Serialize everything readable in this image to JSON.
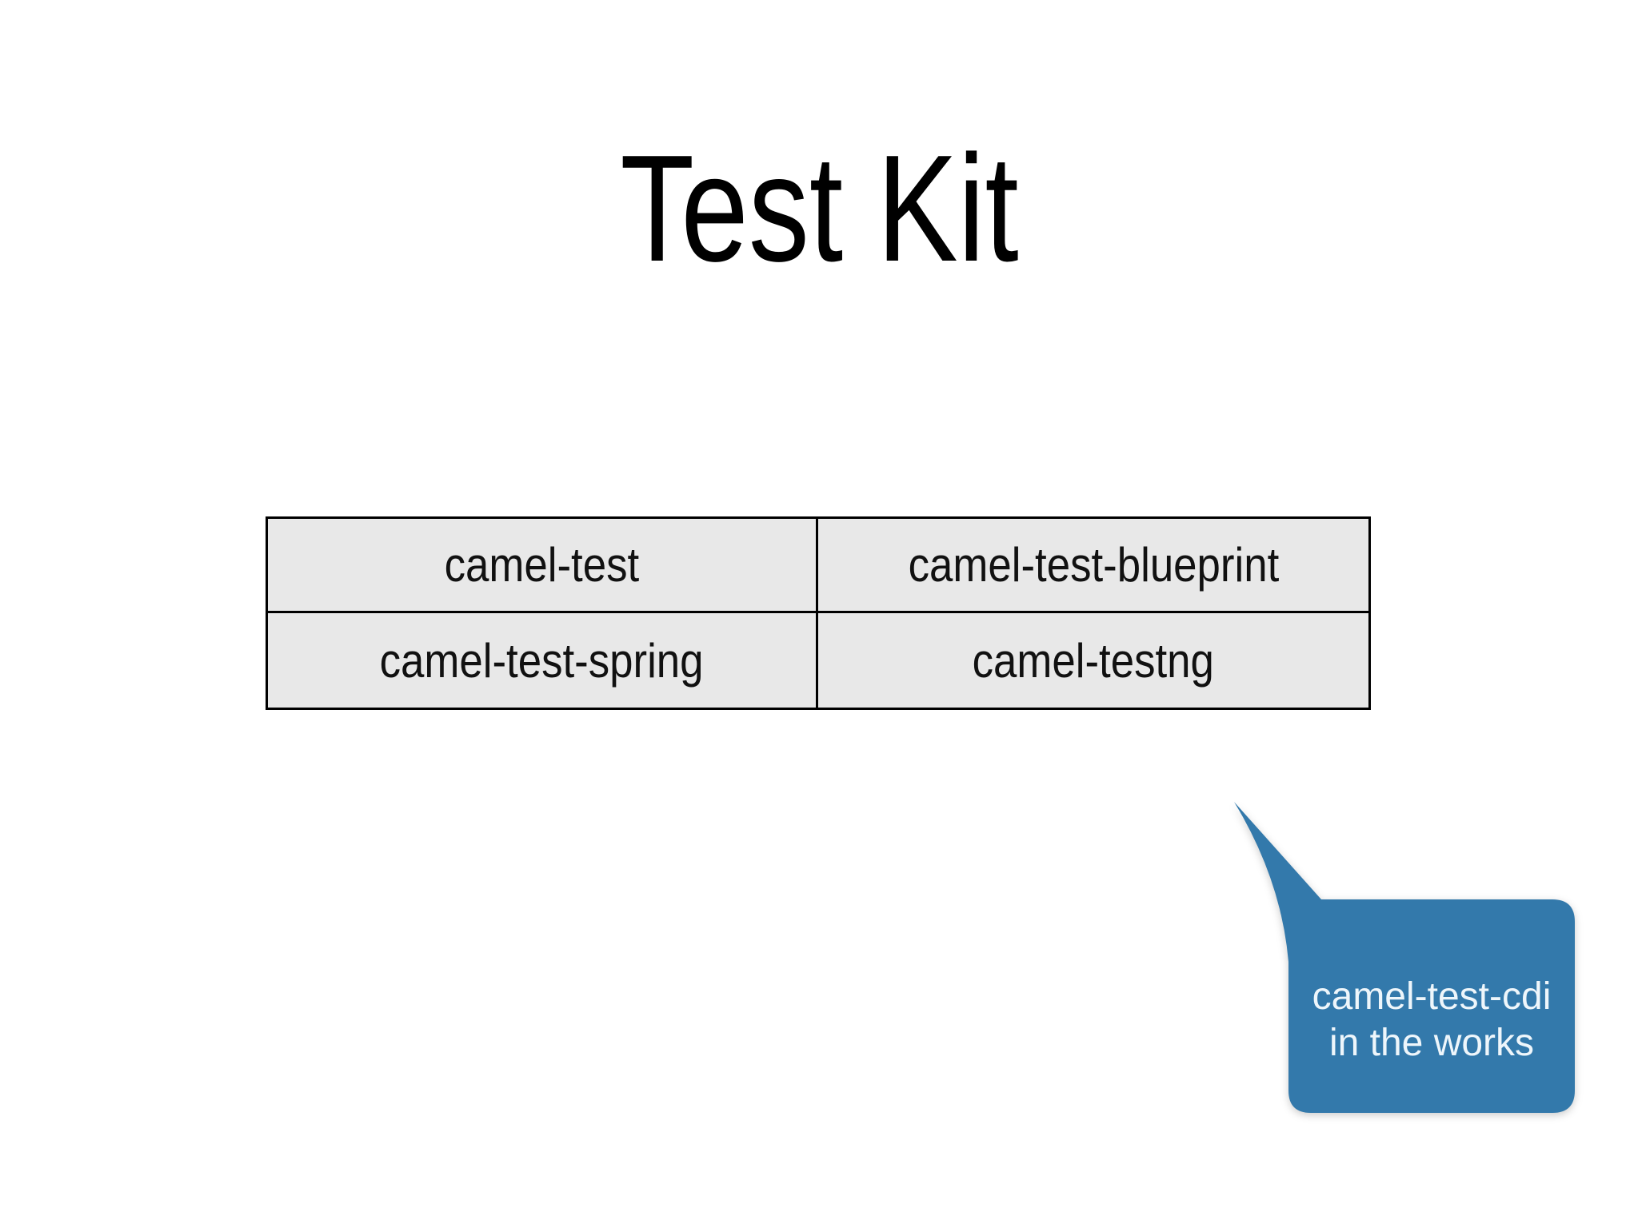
{
  "slide": {
    "title": "Test Kit",
    "background_color": "#ffffff"
  },
  "table": {
    "rows": [
      [
        "camel-test",
        "camel-test-blueprint"
      ],
      [
        "camel-test-spring",
        "camel-testng"
      ]
    ],
    "cell_background": "#e8e8e8",
    "border_color": "#000000",
    "text_color": "#111111"
  },
  "callout": {
    "line1": "camel-test-cdi",
    "line2": "in the works",
    "fill_color": "#3379ab",
    "text_color": "#eef6fb"
  }
}
